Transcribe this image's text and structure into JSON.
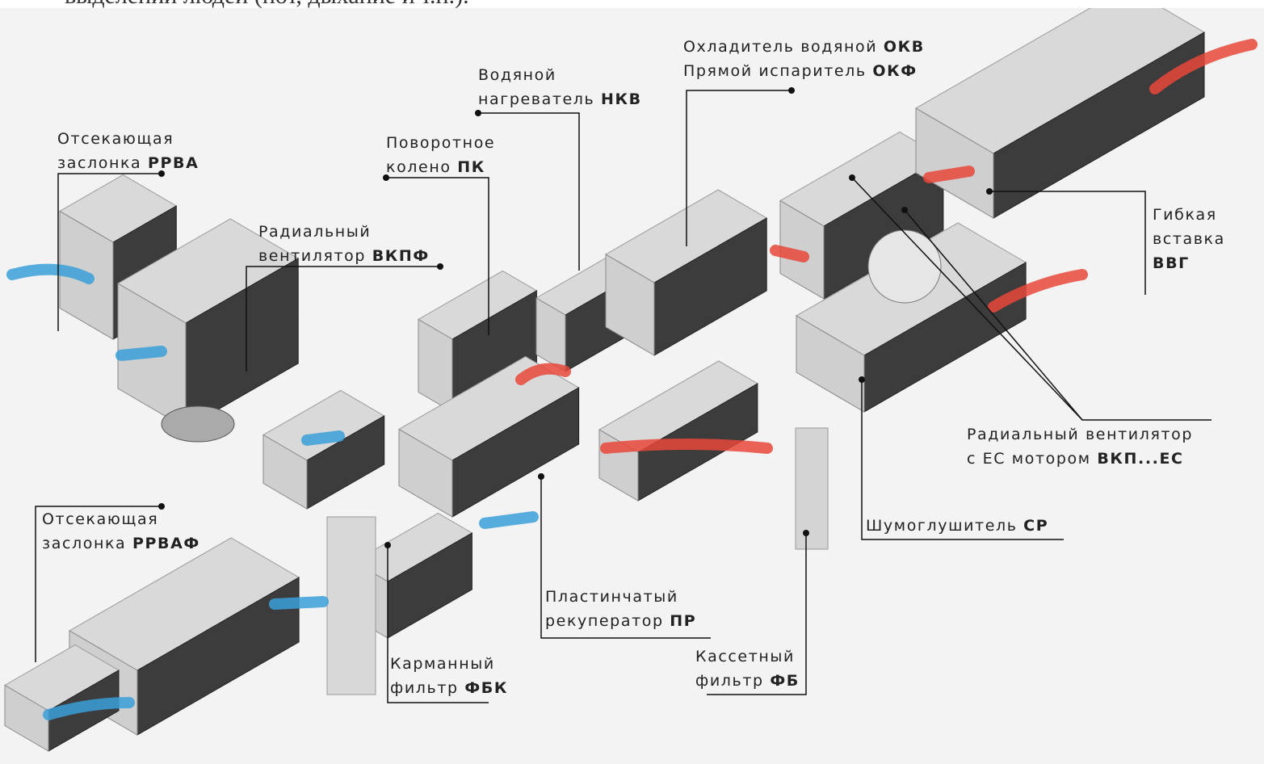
{
  "caption": "выделений людей (пот, дыхание и т.п.).",
  "labels": {
    "rrva": {
      "line1": "Отсекающая",
      "line2": "заслонка",
      "code": "РРВА"
    },
    "vkpf": {
      "line1": "Радиальный",
      "line2": "вентилятор",
      "code": "ВКПФ"
    },
    "pk": {
      "line1": "Поворотное",
      "line2": "колено",
      "code": "ПК"
    },
    "nkv": {
      "line1": "Водяной",
      "line2": "нагреватель",
      "code": "НКВ"
    },
    "okv": {
      "line1": "Охладитель водяной",
      "code1": "ОКВ",
      "line2": "Прямой испаритель",
      "code2": "ОКФ"
    },
    "vvg": {
      "line1": "Гибкая",
      "line2": "вставка",
      "code": "ВВГ"
    },
    "vkpec": {
      "line1": "Радиальный вентилятор",
      "line2": "с ЕС мотором",
      "code": "ВКП...ЕС"
    },
    "sr": {
      "line1": "Шумоглушитель",
      "code": "СР"
    },
    "fb": {
      "line1": "Кассетный",
      "line2": "фильтр",
      "code": "ФБ"
    },
    "pr": {
      "line1": "Пластинчатый",
      "line2": "рекуператор",
      "code": "ПР"
    },
    "fbk": {
      "line1": "Карманный",
      "line2": "фильтр",
      "code": "ФБК"
    },
    "rrvaf": {
      "line1": "Отсекающая",
      "line2": "заслонка",
      "code": "РРВАФ"
    }
  },
  "colors": {
    "supply_air": "#e8463a",
    "exhaust_air": "#3a9fd8",
    "housing_light": "#d9d9d9",
    "housing_dark": "#3c3c3c"
  }
}
